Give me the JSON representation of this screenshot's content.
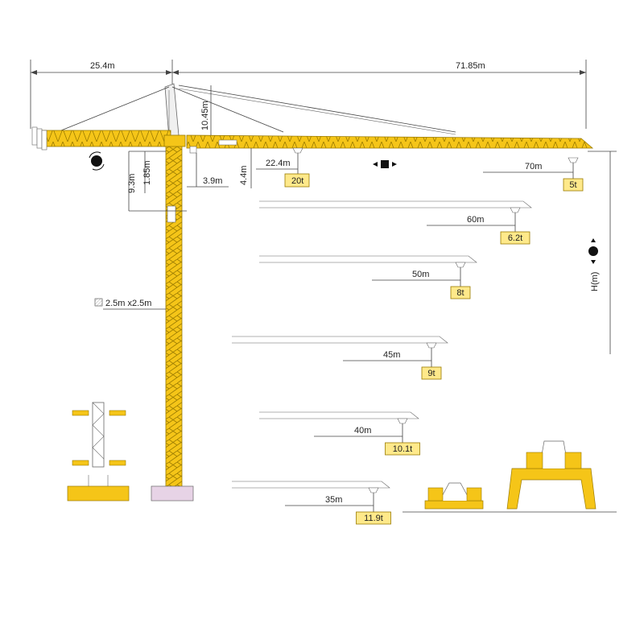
{
  "colors": {
    "crane_yellow": "#f5c518",
    "tag_fill": "#ffe98a",
    "base_pink": "#e7d3e6",
    "line": "#444444"
  },
  "dimensions": {
    "counter_jib": "25.4m",
    "jib": "71.85m",
    "tip_height": "10.45m",
    "cab_height": "9.3m",
    "cab_offset": "1.85m",
    "trolley_offset": "3.9m",
    "jib_depth": "4.4m",
    "mast_section": "2.5m x2.5m",
    "height_axis": "H(m)",
    "max_load_radius": "22.4m"
  },
  "max_load": "20t",
  "load_chart": [
    {
      "radius": "70m",
      "load": "5t"
    },
    {
      "radius": "60m",
      "load": "6.2t"
    },
    {
      "radius": "50m",
      "load": "8t"
    },
    {
      "radius": "45m",
      "load": "9t"
    },
    {
      "radius": "40m",
      "load": "10.1t"
    },
    {
      "radius": "35m",
      "load": "11.9t"
    }
  ],
  "icons": [
    "rotate-icon",
    "trolley-travel-icon",
    "hoist-icon",
    "mast-section-icon"
  ]
}
